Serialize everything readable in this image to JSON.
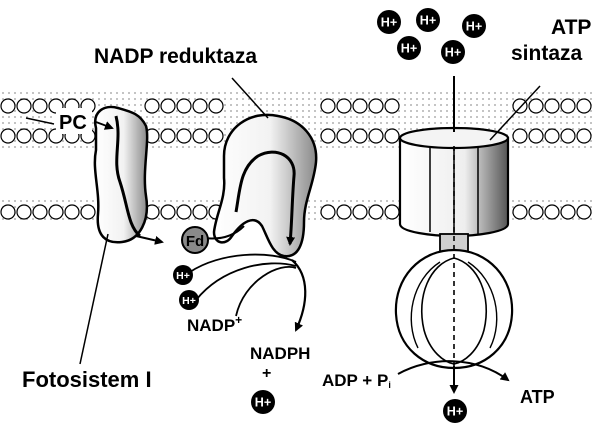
{
  "labels": {
    "nadp_reductase": "NADP reduktaza",
    "atp_synthase_line1": "ATP",
    "atp_synthase_line2": "sintaza",
    "pc": "PC",
    "fd": "Fd",
    "photosystem": "Fotosistem I",
    "nadp_plus": "NADP",
    "nadp_plus_sup": "+",
    "nadph": "NADPH",
    "plus_sign": "+",
    "adp": "ADP + P",
    "adp_sub": "i",
    "atp": "ATP",
    "hplus": "H+"
  },
  "colors": {
    "ink": "#000000",
    "membrane_bead": "#ffffff",
    "membrane_dot": "#b0b0b0",
    "protein_shade": "#d8d8d8",
    "hplus_fill": "#000000"
  }
}
